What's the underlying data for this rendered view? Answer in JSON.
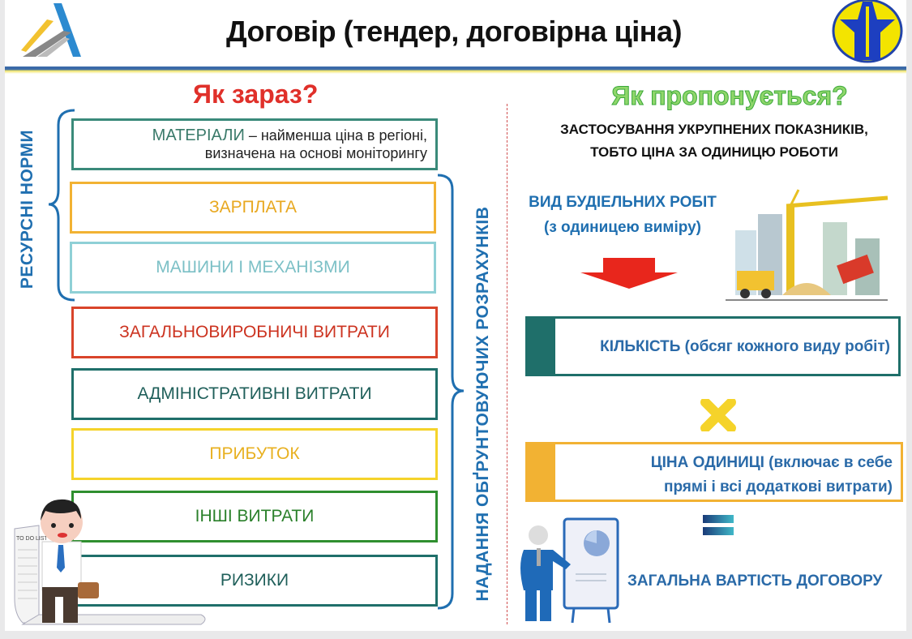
{
  "header": {
    "title": "Договір (тендер, договірна ціна)"
  },
  "left": {
    "heading": "Як зараз?",
    "bracket_left_label": "РЕСУРСНІ НОРМИ",
    "bracket_right_label": "НАДАННЯ ОБҐРУНТОВУЮЧИХ РОЗРАХУНКІВ",
    "materials": {
      "bold": "МАТЕРІАЛИ",
      "line1": " – найменша ціна в регіоні,",
      "line2": "визначена на основі моніторингу"
    },
    "items": [
      "ЗАРПЛАТА",
      "МАШИНИ І МЕХАНІЗМИ",
      "ЗАГАЛЬНОВИРОБНИЧІ ВИТРАТИ",
      "АДМІНІСТРАТИВНІ ВИТРАТИ",
      "ПРИБУТОК",
      "ІНШІ ВИТРАТИ",
      "РИЗИКИ"
    ],
    "todo_label": "TO DO LIST"
  },
  "right": {
    "heading": "Як пропонується?",
    "subtitle1": "ЗАСТОСУВАННЯ УКРУПНЕНИХ ПОКАЗНИКІВ,",
    "subtitle2": "ТОБТО ЦІНА ЗА ОДИНИЦЮ РОБОТИ",
    "work_type1": "ВИД БУДІЕЛЬНИХ РОБІТ",
    "work_type2": "(з одиницею виміру)",
    "quantity": "КІЛЬКІСТЬ (обсяг кожного виду робіт)",
    "unit_price1": "ЦІНА ОДИНИЦІ (включає в себе",
    "unit_price2": "прямі і всі додаткові витрати)",
    "total": "ЗАГАЛЬНА ВАРТІСТЬ ДОГОВОРУ"
  },
  "colors": {
    "blue": "#1f6fb0",
    "red": "#e0302a",
    "green": "#3aa83a",
    "teal": "#1f6f6a",
    "orange": "#f2b233",
    "yellow": "#f5d32a"
  }
}
